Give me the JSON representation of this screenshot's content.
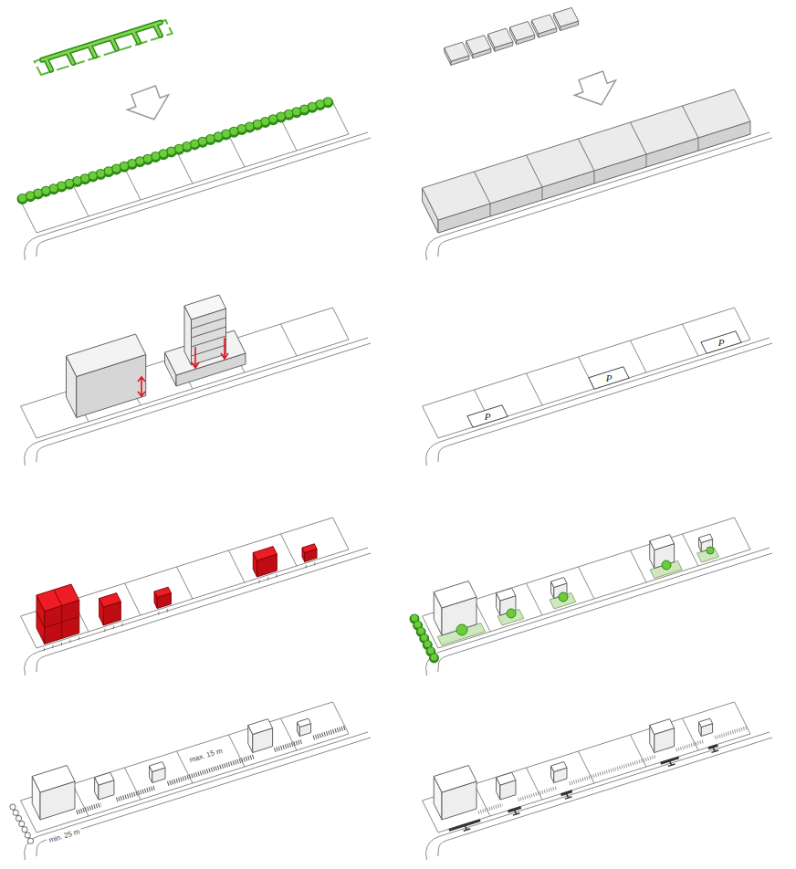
{
  "diagram": {
    "nodes": [
      {
        "text": [
          "P"
        ]
      },
      {
        "text": [
          "P"
        ]
      },
      {
        "text": [
          "P"
        ]
      }
    ],
    "labels": [
      "min. 25 m",
      "max. 15 m"
    ]
  }
}
